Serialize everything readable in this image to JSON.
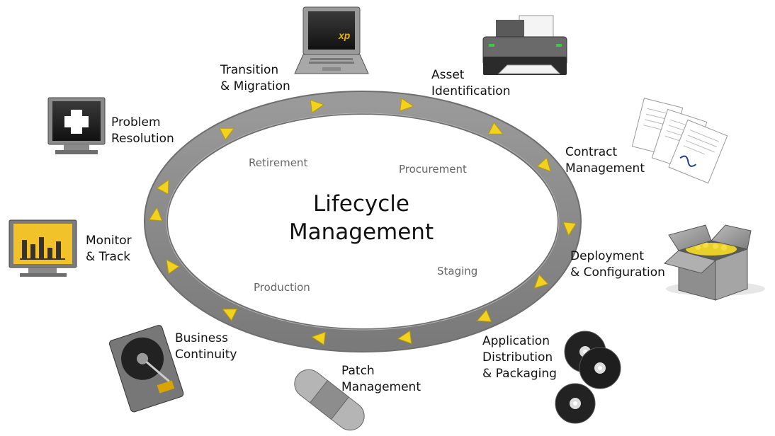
{
  "center_title": [
    "Lifecycle",
    "Management"
  ],
  "phases": [
    "Retirement",
    "Procurement",
    "Staging",
    "Production"
  ],
  "stages": [
    {
      "id": "transition-migration",
      "lines": [
        "Transition",
        "& Migration"
      ],
      "icon": "laptop-icon",
      "icon_text": "xp"
    },
    {
      "id": "asset-identification",
      "lines": [
        "Asset",
        "Identification"
      ],
      "icon": "printer-icon"
    },
    {
      "id": "contract-management",
      "lines": [
        "Contract",
        "Management"
      ],
      "icon": "documents-icon"
    },
    {
      "id": "deployment-configuration",
      "lines": [
        "Deployment",
        "& Configuration"
      ],
      "icon": "box-icon"
    },
    {
      "id": "application-distribution",
      "lines": [
        "Application",
        "Distribution",
        "& Packaging"
      ],
      "icon": "cd-discs-icon"
    },
    {
      "id": "patch-management",
      "lines": [
        "Patch",
        "Management"
      ],
      "icon": "bandage-icon"
    },
    {
      "id": "business-continuity",
      "lines": [
        "Business",
        "Continuity"
      ],
      "icon": "hard-drive-icon"
    },
    {
      "id": "monitor-track",
      "lines": [
        "Monitor",
        "& Track"
      ],
      "icon": "chart-monitor-icon"
    },
    {
      "id": "problem-resolution",
      "lines": [
        "Problem",
        "Resolution"
      ],
      "icon": "medical-monitor-icon"
    }
  ],
  "colors": {
    "ring": "#8a8a8a",
    "ring_edge": "#6e6e6e",
    "arrow": "#f2d21f",
    "arrow_edge": "#b89a00",
    "phase_text": "#666666"
  }
}
